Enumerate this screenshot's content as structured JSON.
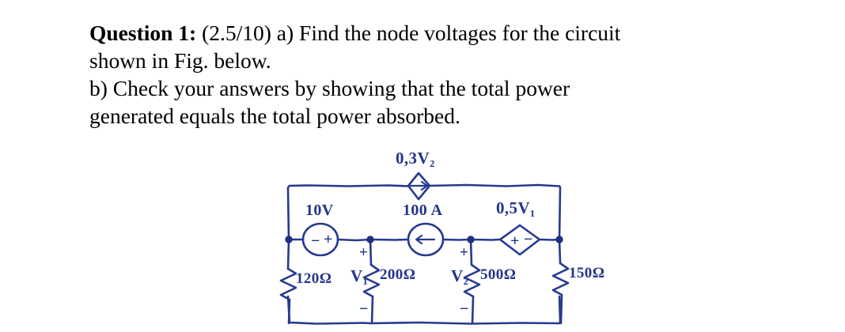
{
  "statement": {
    "q_label": "Question 1:",
    "line1_rest": " (2.5/10) a) Find the node voltages for the circuit",
    "line2": "shown in Fig. below.",
    "line3": "b) Check your answers by showing that the total power",
    "line4": "generated equals the total power absorbed."
  },
  "circuit": {
    "ink_color": "#263a8e",
    "labels": {
      "dependent_current_source": "0,3V₂",
      "independent_voltage_source": "10V",
      "independent_current_source": "100 A",
      "dependent_voltage_source": "0,5V₁",
      "resistor_left": "120Ω",
      "resistor_r1": "200Ω",
      "resistor_r2": "500Ω",
      "resistor_right": "150Ω",
      "node_voltage_1": "V₁",
      "node_voltage_2": "V₂"
    },
    "polarity_marks": {
      "vsource_minus": "−",
      "vsource_plus": "+",
      "v1_plus": "+",
      "v1_minus": "−",
      "v2_plus": "+",
      "v2_minus": "−",
      "dep_vsource_plus": "+",
      "dep_vsource_minus": "−"
    },
    "arrows": {
      "dependent_current_direction": "right",
      "independent_current_direction": "left"
    }
  }
}
